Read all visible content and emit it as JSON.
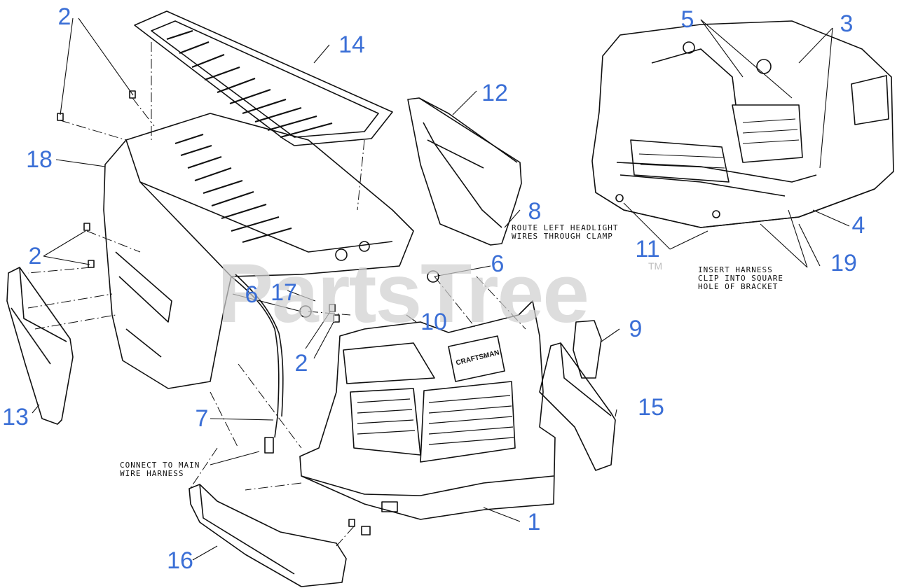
{
  "watermark": {
    "text": "PartsTree",
    "trademark": "TM"
  },
  "brand_badge": "CRAFTSMAN",
  "accent_color": "#3b6fd6",
  "callouts": {
    "c1": "1",
    "c2a": "2",
    "c2b": "2",
    "c2c": "2",
    "c3": "3",
    "c4": "4",
    "c5": "5",
    "c6a": "6",
    "c6b": "6",
    "c7": "7",
    "c8": "8",
    "c9": "9",
    "c10": "10",
    "c11": "11",
    "c12": "12",
    "c13": "13",
    "c14": "14",
    "c15": "15",
    "c16": "16",
    "c17": "17",
    "c18": "18",
    "c19": "19"
  },
  "notes": {
    "route_headlight": "ROUTE LEFT HEADLIGHT\nWIRES THROUGH CLAMP",
    "insert_harness": "INSERT HARNESS\nCLIP INTO SQUARE\nHOLE OF BRACKET",
    "connect_harness": "CONNECT TO MAIN\nWIRE HARNESS"
  }
}
